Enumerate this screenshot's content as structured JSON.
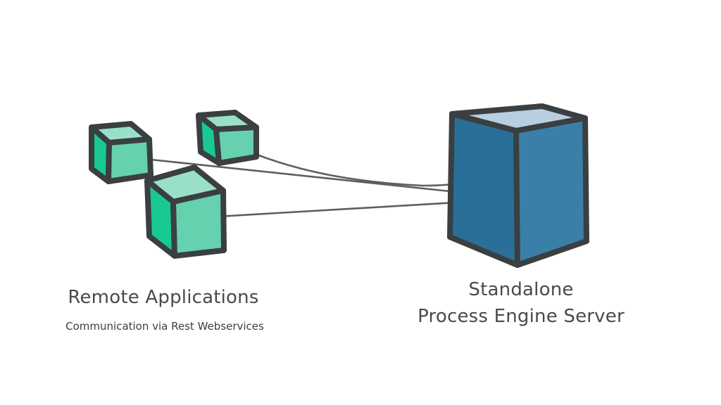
{
  "diagram": {
    "remote_group": {
      "title": "Remote Applications",
      "subtitle": "Communication via Rest Webservices",
      "node_count": 3
    },
    "server": {
      "title_line1": "Standalone",
      "title_line2": "Process Engine Server"
    },
    "colors": {
      "outline": "#3a3f41",
      "remote_front": "#66d1ae",
      "remote_side": "#19c994",
      "remote_top": "#9ae0c8",
      "server_front": "#2a6f97",
      "server_side": "#3a7fa8",
      "server_top": "#b9cfe0",
      "connector": "#5e5e5e"
    }
  }
}
